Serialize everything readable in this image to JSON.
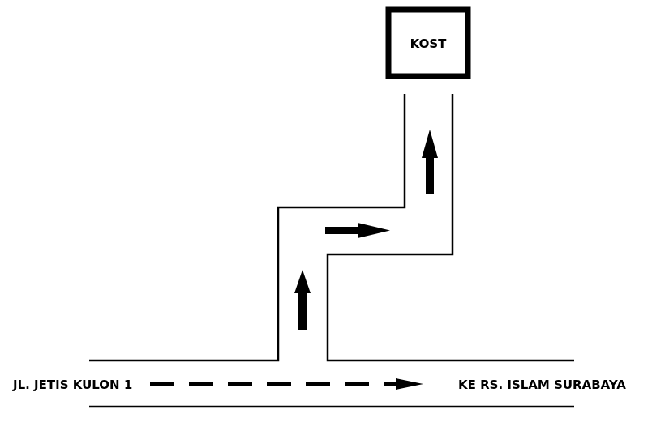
{
  "labels": {
    "destination": "KOST",
    "origin_street": "JL. JETIS KULON 1",
    "direction": "KE RS. ISLAM SURABAYA"
  },
  "colors": {
    "ink": "#000000",
    "background": "#ffffff"
  },
  "icons": [
    "destination-box",
    "arrow-up",
    "arrow-right",
    "dashed-arrow-right"
  ]
}
